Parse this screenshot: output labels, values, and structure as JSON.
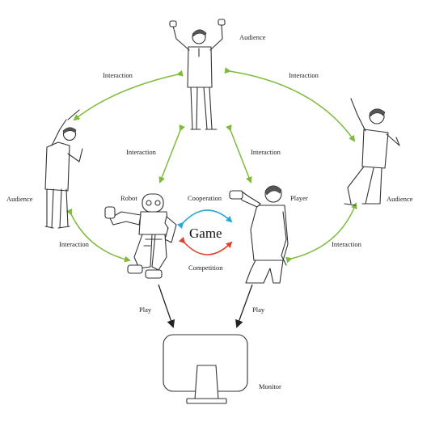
{
  "labels": {
    "audience_top": "Audience",
    "audience_left": "Audience",
    "audience_right": "Audience",
    "robot": "Robot",
    "player": "Player",
    "monitor": "Monitor",
    "game": "Game",
    "cooperation": "Cooperation",
    "competition": "Competition",
    "interaction_top_left": "Interaction",
    "interaction_top_right": "Interaction",
    "interaction_mid_left": "Interaction",
    "interaction_mid_right": "Interaction",
    "interaction_bottom_left": "Interaction",
    "interaction_bottom_right": "Interaction",
    "play_left": "Play",
    "play_right": "Play"
  },
  "colors": {
    "interaction_arrow": "#7dbb3c",
    "cooperation_arrow": "#2aa8d8",
    "competition_arrow": "#e0432b",
    "play_arrow": "#222222",
    "line_art": "#333333"
  }
}
